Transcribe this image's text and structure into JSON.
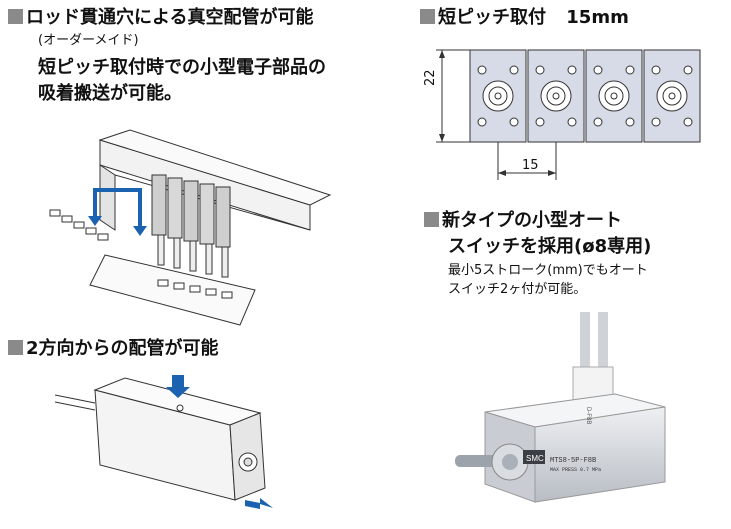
{
  "left": {
    "section1": {
      "heading": "ロッド貫通穴による真空配管が可能",
      "note": "(オーダーメイド)",
      "desc_line1": "短ピッチ取付時での小型電子部品の",
      "desc_line2": "吸着搬送が可能。"
    },
    "section2": {
      "heading": "2方向からの配管が可能"
    }
  },
  "right": {
    "section1": {
      "heading": "短ピッチ取付",
      "pitch": "15mm",
      "dim_height": "22",
      "dim_pitch": "15"
    },
    "section2": {
      "heading_line1": "新タイプの小型オート",
      "heading_line2": "スイッチを採用(ø8専用)",
      "desc_line1": "最小5ストローク(mm)でもオート",
      "desc_line2": "スイッチ2ヶ付が可能。"
    },
    "product": {
      "brand": "SMC",
      "model_label": "MTS8-5P-F8B",
      "pressure_label": "MAX PRESS 0.7 MPa",
      "switch_label": "D-F8B"
    }
  },
  "colors": {
    "square": "#8a8a8a",
    "arrow_blue": "#1b63b0",
    "plate": "#d7dbe8",
    "outline": "#333333"
  }
}
